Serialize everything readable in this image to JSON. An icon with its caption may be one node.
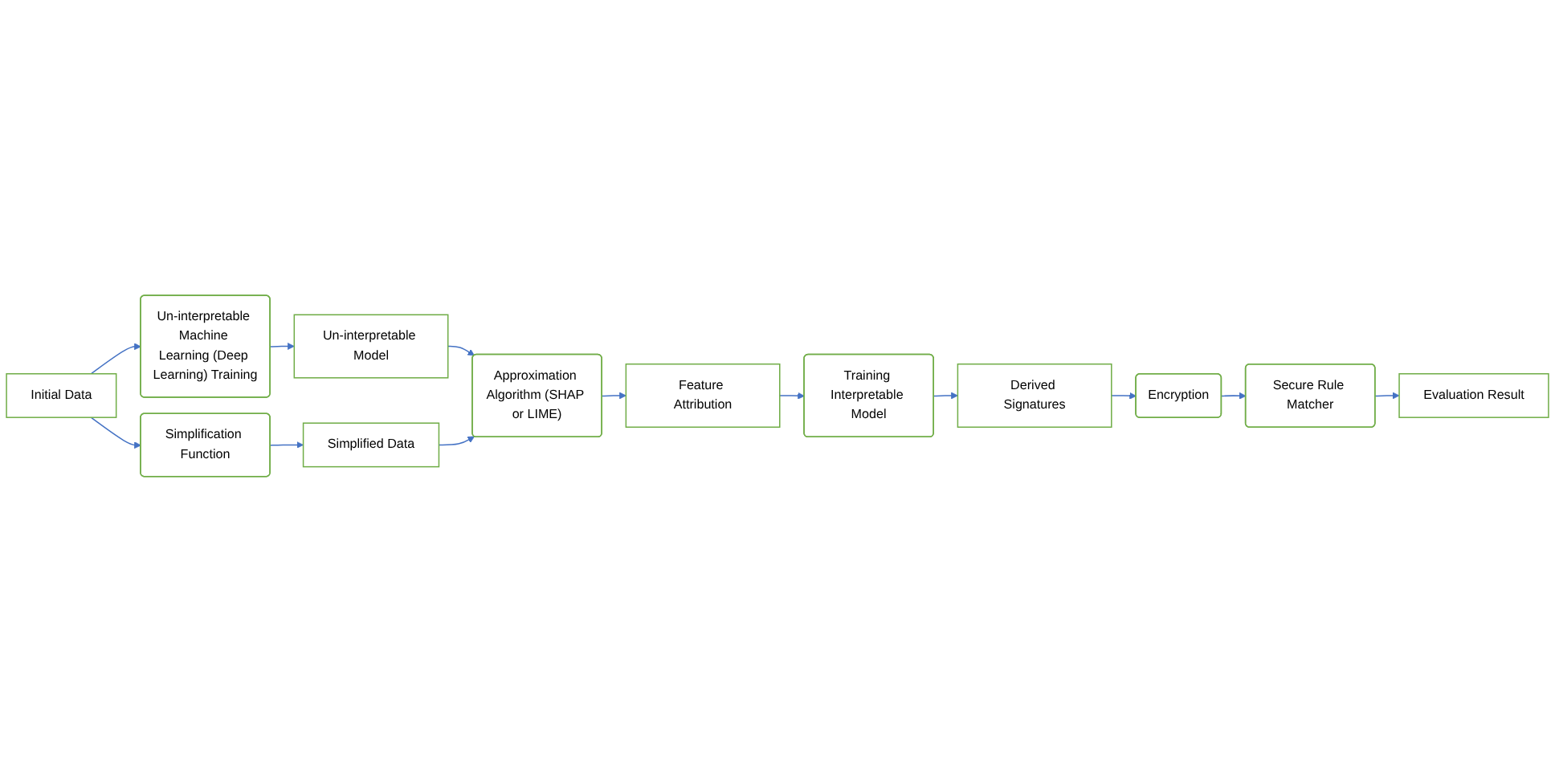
{
  "diagram": {
    "nodes": [
      {
        "text": [
          "Initial Data"
        ]
      },
      {
        "text": [
          "Un-interpretable Machine Learning (Deep Learning) Training"
        ]
      },
      {
        "text": [
          "Un-interpretable Model"
        ]
      },
      {
        "text": [
          "Simplification Function"
        ]
      },
      {
        "text": [
          "Simplified Data"
        ]
      },
      {
        "text": [
          "Approximation Algorithm (SHAP or LIME)"
        ]
      },
      {
        "text": [
          "Derived Signatures"
        ]
      },
      {
        "text": [
          "Training Interpretable Model"
        ]
      },
      {
        "text": [
          "Feature Attribution"
        ]
      },
      {
        "text": [
          "Encryption"
        ]
      },
      {
        "text": [
          "Secure Rule Matcher"
        ]
      },
      {
        "text": [
          "Evaluation Result"
        ]
      }
    ],
    "edges": [
      {
        "from": 0,
        "to": 1,
        "arrow": "to"
      },
      {
        "from": 1,
        "to": 2,
        "arrow": "to"
      },
      {
        "from": 0,
        "to": 3,
        "arrow": "to"
      },
      {
        "from": 2,
        "to": 5,
        "arrow": "to"
      },
      {
        "from": 3,
        "to": 4,
        "arrow": "to"
      },
      {
        "from": 4,
        "to": 5,
        "arrow": "to"
      },
      {
        "from": 5,
        "to": 8,
        "arrow": "to"
      },
      {
        "from": 8,
        "to": 7,
        "arrow": "to"
      },
      {
        "from": 7,
        "to": 6,
        "arrow": "to"
      },
      {
        "from": 6,
        "to": 9,
        "arrow": "to"
      },
      {
        "from": 9,
        "to": 10,
        "arrow": "to"
      },
      {
        "from": 10,
        "to": 11,
        "arrow": "to"
      }
    ]
  }
}
